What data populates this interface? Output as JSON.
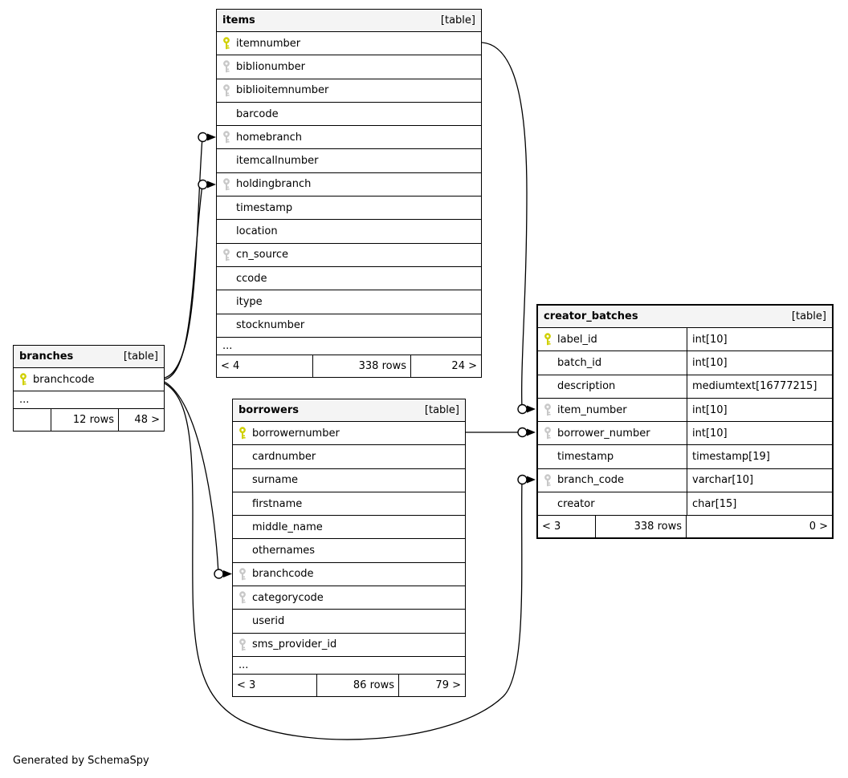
{
  "page": {
    "generated_note": "Generated by SchemaSpy"
  },
  "colors": {
    "primary_key_icon": "#d0d000",
    "foreign_key_icon": "#c8c8c8",
    "header_bg": "#f4f4f4",
    "border": "#000000",
    "line": "#000000"
  },
  "tables": [
    {
      "id": "items",
      "name": "items",
      "badge": "[table]",
      "columns": [
        {
          "name": "itemnumber",
          "key": "primary"
        },
        {
          "name": "biblionumber",
          "key": "fk"
        },
        {
          "name": "biblioitemnumber",
          "key": "fk"
        },
        {
          "name": "barcode",
          "key": null
        },
        {
          "name": "homebranch",
          "key": "fk"
        },
        {
          "name": "itemcallnumber",
          "key": null
        },
        {
          "name": "holdingbranch",
          "key": "fk"
        },
        {
          "name": "timestamp",
          "key": null
        },
        {
          "name": "location",
          "key": null
        },
        {
          "name": "cn_source",
          "key": "fk"
        },
        {
          "name": "ccode",
          "key": null
        },
        {
          "name": "itype",
          "key": null
        },
        {
          "name": "stocknumber",
          "key": null
        }
      ],
      "ellipsis": "...",
      "footer": {
        "left": "< 4",
        "center": "338 rows",
        "right": "24 >"
      }
    },
    {
      "id": "branches",
      "name": "branches",
      "badge": "[table]",
      "columns": [
        {
          "name": "branchcode",
          "key": "primary"
        }
      ],
      "ellipsis": "...",
      "footer": {
        "left": "",
        "center": "12 rows",
        "right": "48 >"
      }
    },
    {
      "id": "borrowers",
      "name": "borrowers",
      "badge": "[table]",
      "columns": [
        {
          "name": "borrowernumber",
          "key": "primary"
        },
        {
          "name": "cardnumber",
          "key": null
        },
        {
          "name": "surname",
          "key": null
        },
        {
          "name": "firstname",
          "key": null
        },
        {
          "name": "middle_name",
          "key": null
        },
        {
          "name": "othernames",
          "key": null
        },
        {
          "name": "branchcode",
          "key": "fk"
        },
        {
          "name": "categorycode",
          "key": "fk"
        },
        {
          "name": "userid",
          "key": null
        },
        {
          "name": "sms_provider_id",
          "key": "fk"
        }
      ],
      "ellipsis": "...",
      "footer": {
        "left": "< 3",
        "center": "86 rows",
        "right": "79 >"
      }
    },
    {
      "id": "creator_batches",
      "name": "creator_batches",
      "badge": "[table]",
      "emphasized": true,
      "columns": [
        {
          "name": "label_id",
          "key": "primary",
          "type": "int[10]"
        },
        {
          "name": "batch_id",
          "key": null,
          "type": "int[10]"
        },
        {
          "name": "description",
          "key": null,
          "type": "mediumtext[16777215]"
        },
        {
          "name": "item_number",
          "key": "fk",
          "type": "int[10]"
        },
        {
          "name": "borrower_number",
          "key": "fk",
          "type": "int[10]"
        },
        {
          "name": "timestamp",
          "key": null,
          "type": "timestamp[19]"
        },
        {
          "name": "branch_code",
          "key": "fk",
          "type": "varchar[10]"
        },
        {
          "name": "creator",
          "key": null,
          "type": "char[15]"
        }
      ],
      "ellipsis": null,
      "footer": {
        "left": "< 3",
        "center": "338 rows",
        "right": "0 >"
      }
    }
  ],
  "relationships": [
    {
      "from": "branches.branchcode",
      "to": "items.homebranch"
    },
    {
      "from": "branches.branchcode",
      "to": "items.holdingbranch"
    },
    {
      "from": "branches.branchcode",
      "to": "borrowers.branchcode"
    },
    {
      "from": "branches.branchcode",
      "to": "creator_batches.branch_code"
    },
    {
      "from": "items.itemnumber",
      "to": "creator_batches.item_number"
    },
    {
      "from": "borrowers.borrowernumber",
      "to": "creator_batches.borrower_number"
    }
  ]
}
